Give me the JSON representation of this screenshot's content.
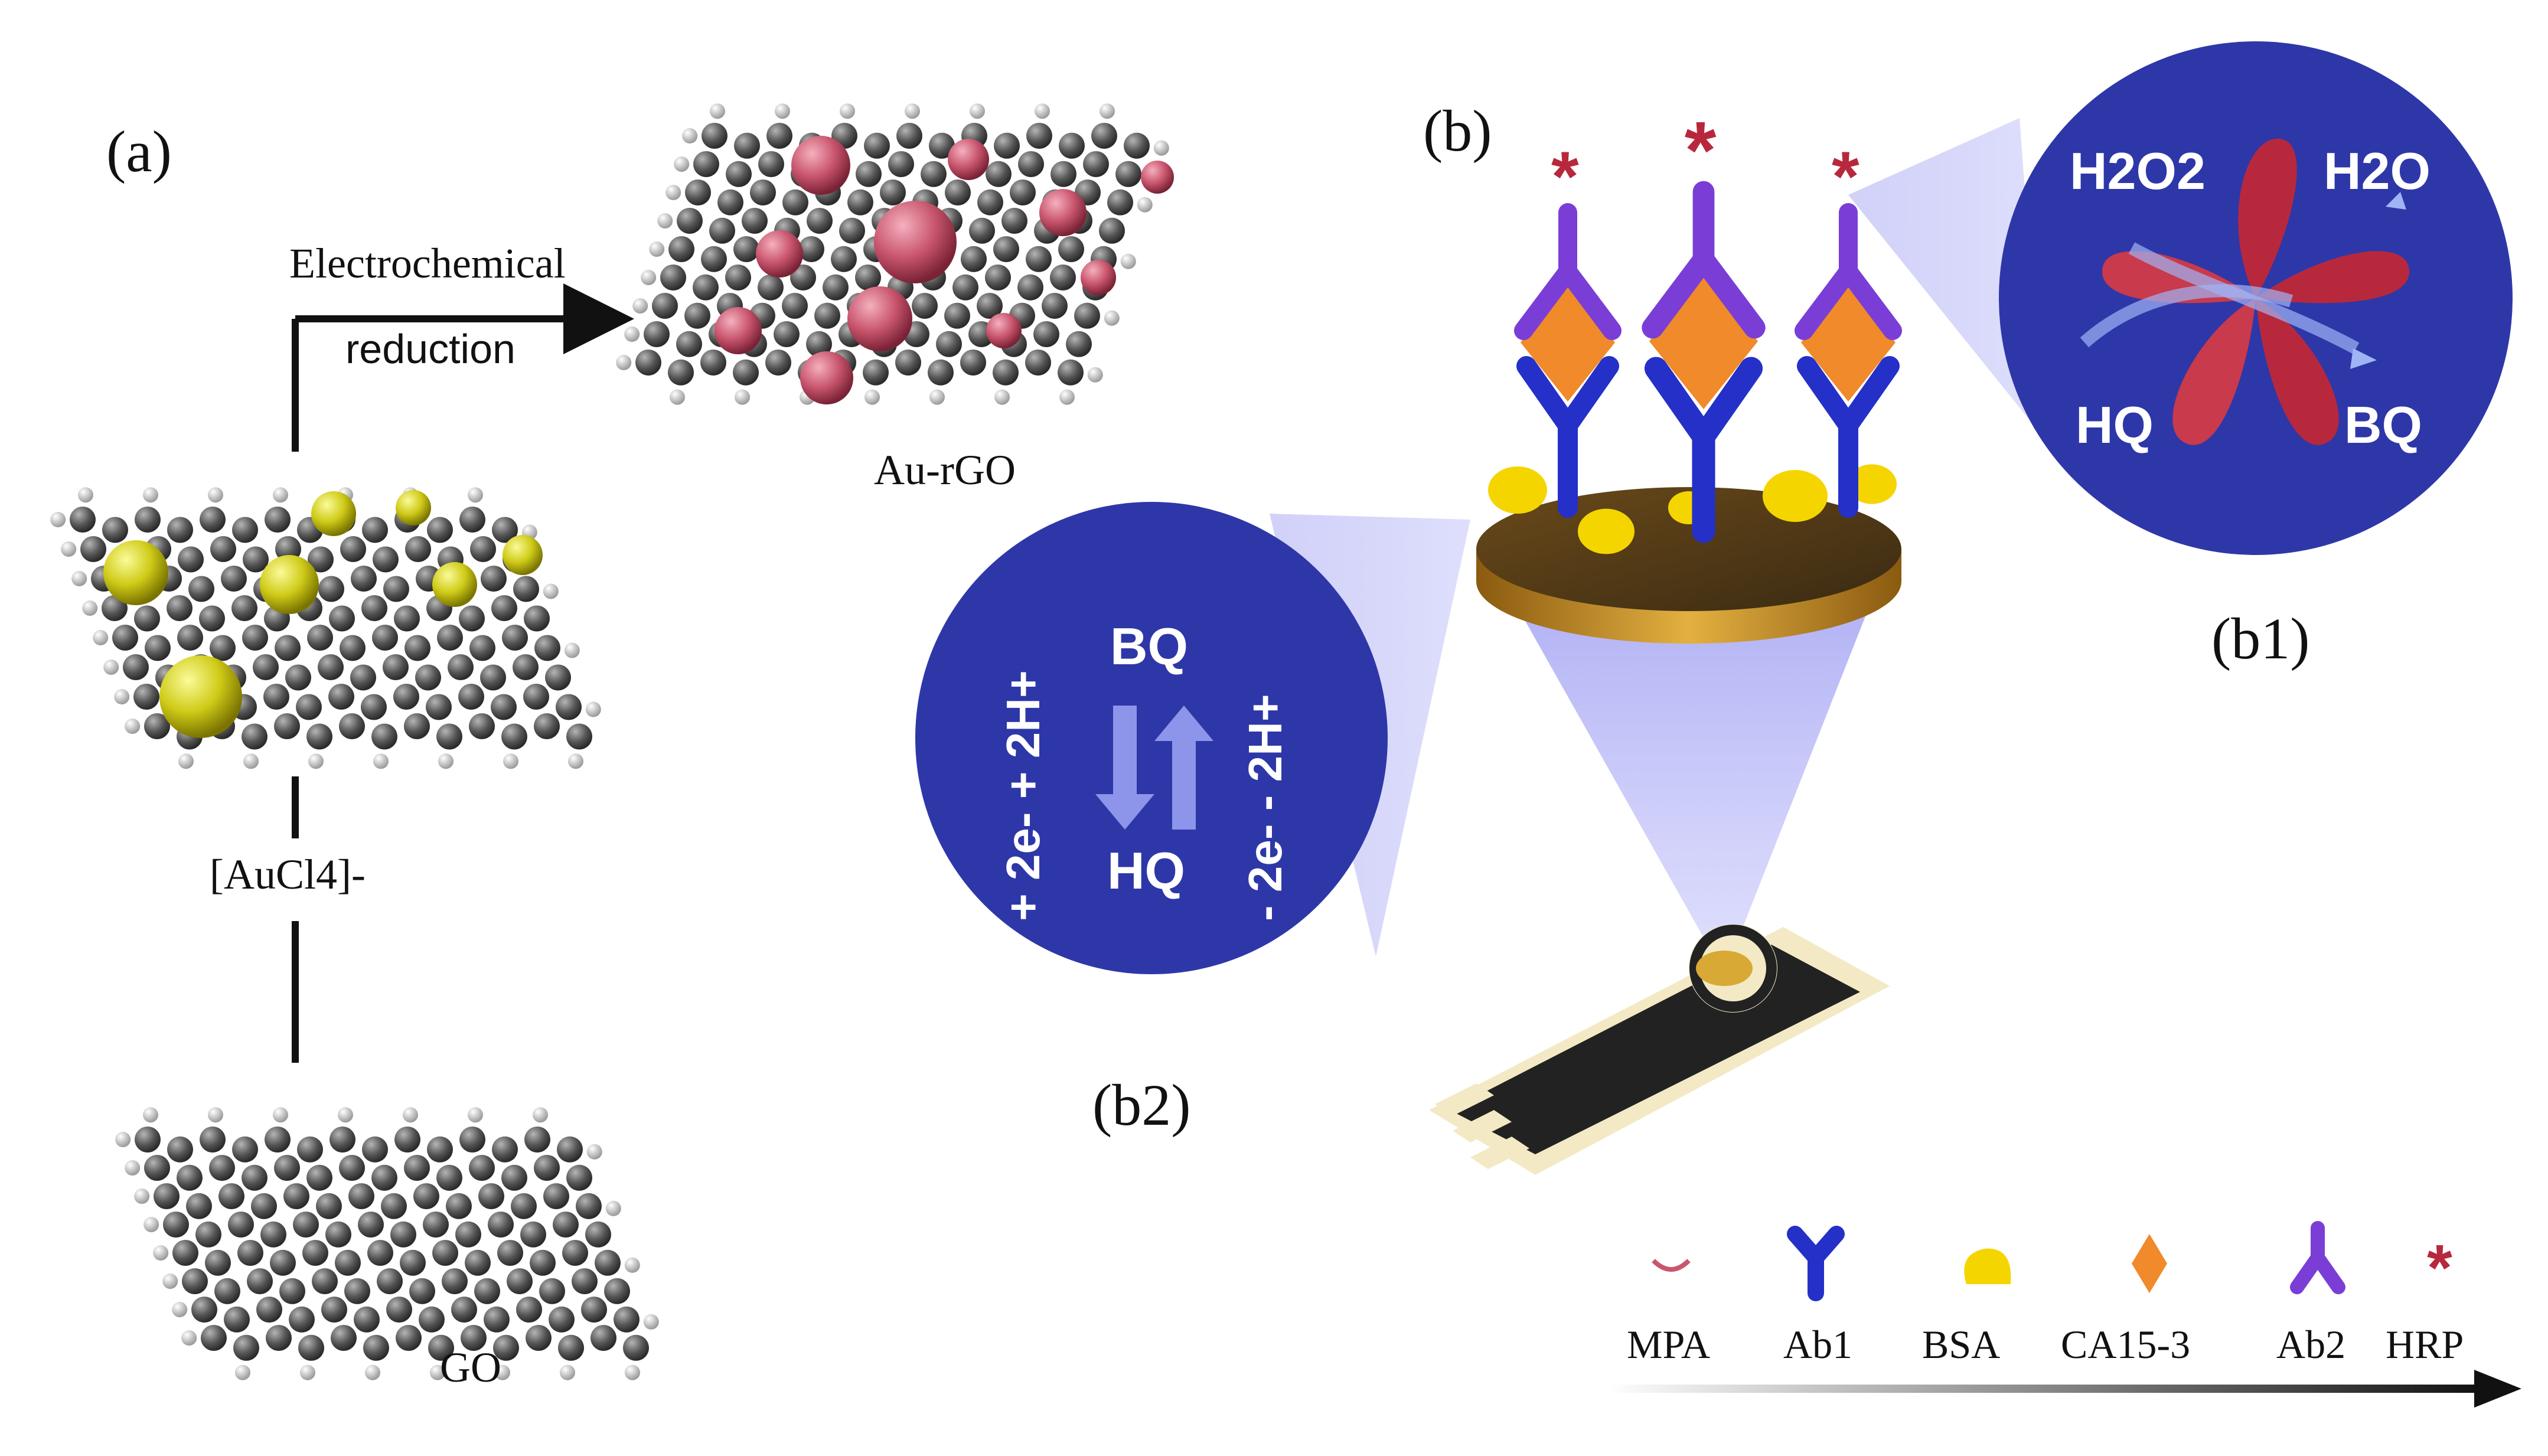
{
  "panel_labels": {
    "a": "(a)",
    "b": "(b)",
    "b1": "(b1)",
    "b2": "(b2)"
  },
  "arrow_label_line1": "Electrochemical",
  "arrow_label_line2": "reduction",
  "materials": {
    "au_rgo": "Au-rGO",
    "aucl4": "[AuCl4]-",
    "go": "GO"
  },
  "b1_circle": {
    "h2o2": "H2O2",
    "h2o": "H2O",
    "hq": "HQ",
    "bq": "BQ"
  },
  "b2_circle": {
    "bq": "BQ",
    "hq": "HQ",
    "left_rot": "+ 2e- + 2H+",
    "right_rot": "- 2e- - 2H+"
  },
  "legend": {
    "items": [
      "MPA",
      "Ab1",
      "BSA",
      "CA15-3",
      "Ab2",
      "HRP"
    ]
  },
  "colors": {
    "circle_blue": "#2e37a8",
    "gold_np": "#d6d21a",
    "au_np": "#c9566e",
    "carbon": "#5c5c5c",
    "hydrogen": "#d8d8d8",
    "ab1_blue": "#2430c8",
    "ab2_purple": "#7a3ed6",
    "antigen_orange": "#f08a2a",
    "hrp_red": "#b8283c",
    "bsa_yellow": "#f5d500",
    "electrode_gold": "#b8821c"
  }
}
